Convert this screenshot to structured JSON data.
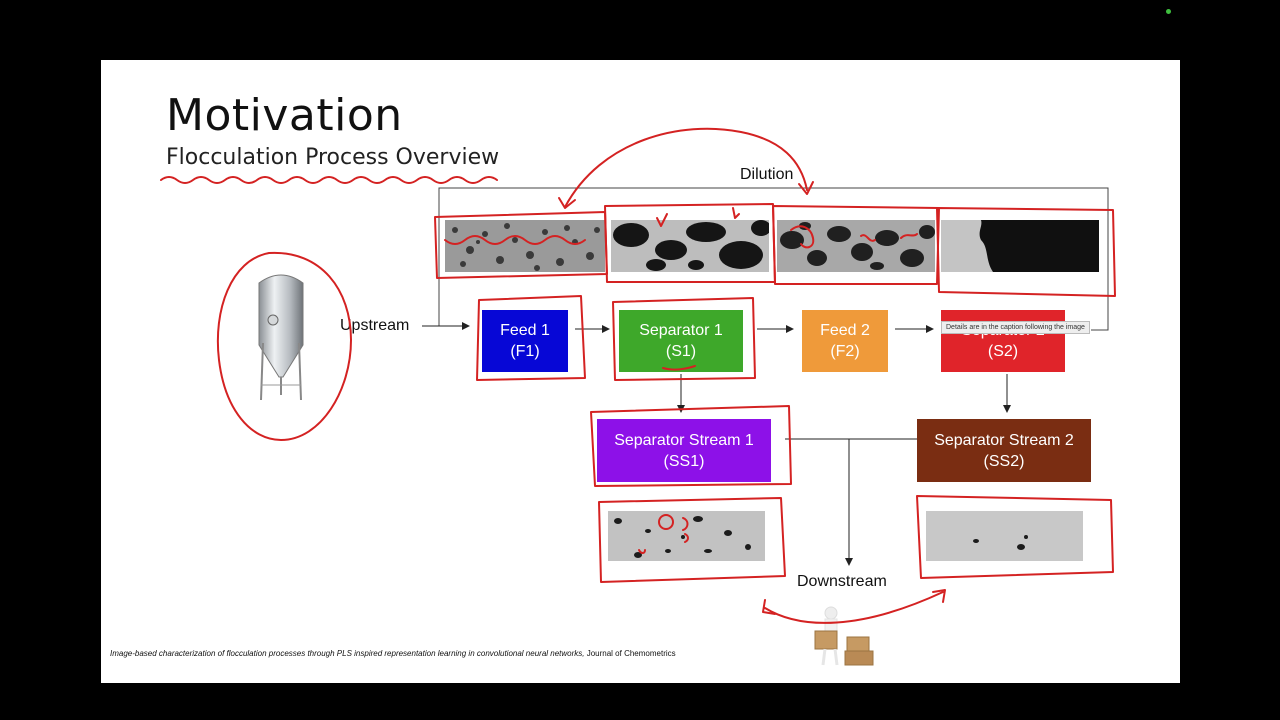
{
  "slide": {
    "title": "Motivation",
    "subtitle": "Flocculation Process Overview",
    "labels": {
      "dilution": "Dilution",
      "upstream": "Upstream",
      "downstream": "Downstream"
    },
    "nodes": [
      {
        "id": "f1",
        "name": "Feed 1",
        "abbr": "(F1)",
        "color": "#0707d6"
      },
      {
        "id": "s1",
        "name": "Separator 1",
        "abbr": "(S1)",
        "color": "#3ea82a"
      },
      {
        "id": "f2",
        "name": "Feed 2",
        "abbr": "(F2)",
        "color": "#ef9a3a"
      },
      {
        "id": "s2",
        "name": "Separator 2",
        "abbr": "(S2)",
        "color": "#e0242a"
      },
      {
        "id": "ss1",
        "name": "Separator Stream 1",
        "abbr": "(SS1)",
        "color": "#8d11e8"
      },
      {
        "id": "ss2",
        "name": "Separator Stream 2",
        "abbr": "(SS2)",
        "color": "#7a2d12"
      }
    ],
    "tooltip": "Details are in the caption following the image",
    "citation": {
      "title": "Image-based characterization of flocculation processes through PLS inspired representation learning in convolutional neural networks,",
      "journal": " Journal of Chemometrics"
    }
  },
  "colors": {
    "annotation_red": "#d42222",
    "micro_bg": "#bdbdbd",
    "micro_floc": "#1a1a1a"
  },
  "icons": [
    "fermentation-tank-icon",
    "delivery-boxes-icon"
  ]
}
